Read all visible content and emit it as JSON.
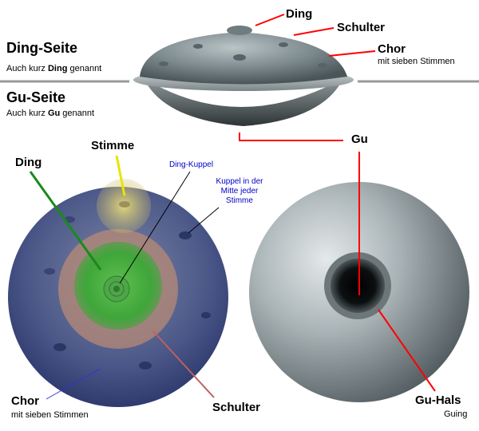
{
  "top": {
    "ding_side": {
      "title": "Ding-Seite",
      "sub_pre": "Auch kurz ",
      "sub_bold": "Ding",
      "sub_post": " genannt"
    },
    "gu_side": {
      "title": "Gu-Seite",
      "sub_pre": "Auch kurz ",
      "sub_bold": "Gu",
      "sub_post": " genannt"
    },
    "ding_label": "Ding",
    "schulter_label": "Schulter",
    "chor_label": "Chor",
    "chor_sub": "mit sieben Stimmen",
    "gu_label": "Gu"
  },
  "bottom_left": {
    "ding_label": "Ding",
    "stimme_label": "Stimme",
    "ding_kuppel_label": "Ding-Kuppel",
    "kuppel_label": "Kuppel in der Mitte jeder Stimme",
    "chor_label": "Chor",
    "chor_sub": "mit sieben Stimmen",
    "schulter_label": "Schulter"
  },
  "bottom_right": {
    "gu_hals_label": "Gu-Hals",
    "gu_hals_sub": "Guing"
  },
  "colors": {
    "ding_line": "#ff0000",
    "stimme_line": "#e6e600",
    "ding_green": "#1a8a1a",
    "chor_blue": "#3333cc",
    "schulter_line": "#c06060",
    "kuppel_line": "#000000"
  }
}
